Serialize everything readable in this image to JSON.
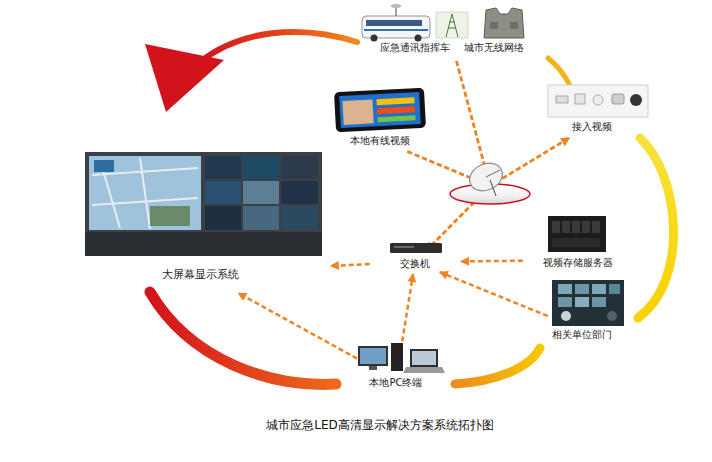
{
  "diagram": {
    "caption": "城市应急LED高清显示解决方案系统拓扑图",
    "nodes": [
      {
        "text": [
          "应急通讯指挥车",
          "城市无线网络"
        ]
      },
      {
        "text": [
          "本地有线视频"
        ]
      },
      {
        "text": [
          "接入视频"
        ]
      },
      {
        "text": [
          "大屏幕显示系统"
        ]
      },
      {
        "text": [
          "交换机"
        ]
      },
      {
        "text": [
          "视频存储服务器"
        ]
      },
      {
        "text": [
          "相关单位部门"
        ]
      },
      {
        "text": [
          "本地PC终端"
        ]
      }
    ],
    "edges": [
      {
        "from": 0,
        "to": 4,
        "arrow": "to"
      },
      {
        "from": 1,
        "to": 4,
        "arrow": "to"
      },
      {
        "from": 0,
        "to": 2,
        "arrow": "to"
      },
      {
        "from": 1,
        "to": 2,
        "arrow": "to"
      },
      {
        "from": 5,
        "to": 4,
        "arrow": "to"
      },
      {
        "from": 6,
        "to": 4,
        "arrow": "to"
      },
      {
        "from": 7,
        "to": 4,
        "arrow": "to"
      },
      {
        "from": 4,
        "to": 3,
        "arrow": "to"
      },
      {
        "from": 7,
        "to": 3,
        "arrow": "to"
      }
    ]
  }
}
